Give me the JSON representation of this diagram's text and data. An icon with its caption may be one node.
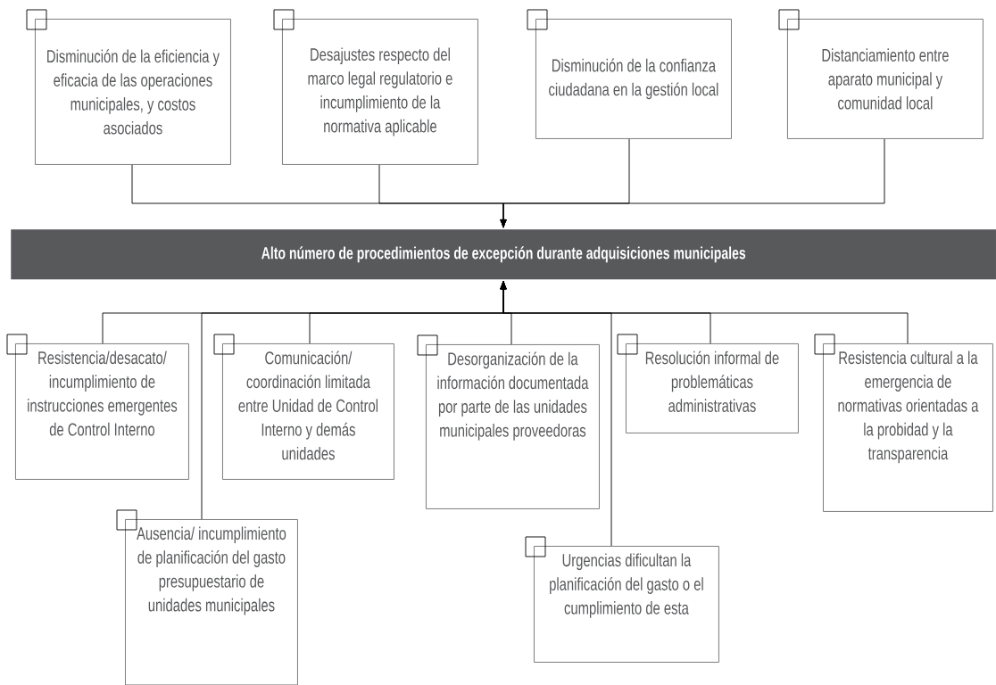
{
  "diagram": {
    "nodes": [
      {
        "text": [
          "Disminución de la eficiencia y eficacia de las operaciones municipales, y costos asociados"
        ]
      },
      {
        "text": [
          "Desajustes respecto del marco legal regulatorio e incumplimiento de la normativa aplicable"
        ]
      },
      {
        "text": [
          "Disminución de la confianza ciudadana en la gestión local"
        ]
      },
      {
        "text": [
          "Distanciamiento entre aparato municipal y comunidad local"
        ]
      },
      {
        "text": [
          "Alto número de procedimientos de excepción durante adquisiciones municipales"
        ]
      },
      {
        "text": [
          "Resistencia/desacato/ incumplimiento de instrucciones emergentes de Control Interno"
        ]
      },
      {
        "text": [
          "Comunicación/ coordinación limitada entre Unidad de Control Interno y demás unidades"
        ]
      },
      {
        "text": [
          "Desorganización de la información documentada por parte de las unidades municipales proveedoras"
        ]
      },
      {
        "text": [
          "Resolución informal de problemáticas administrativas"
        ]
      },
      {
        "text": [
          "Resistencia cultural a la emergencia de normativas orientadas a la probidad y la transparencia"
        ]
      },
      {
        "text": [
          "Ausencia/ incumplimiento de planificación del gasto presupuestario de unidades municipales"
        ]
      },
      {
        "text": [
          "Urgencias dificultan la planificación del gasto o el cumplimiento de esta"
        ]
      }
    ],
    "edges": [
      {
        "from": 0,
        "to": 4,
        "arrow": "to"
      },
      {
        "from": 1,
        "to": 4,
        "arrow": "to"
      },
      {
        "from": 2,
        "to": 4,
        "arrow": "to"
      },
      {
        "from": 3,
        "to": 4,
        "arrow": "to"
      },
      {
        "from": 5,
        "to": 4,
        "arrow": "to"
      },
      {
        "from": 6,
        "to": 4,
        "arrow": "to"
      },
      {
        "from": 7,
        "to": 4,
        "arrow": "to"
      },
      {
        "from": 8,
        "to": 4,
        "arrow": "to"
      },
      {
        "from": 9,
        "to": 4,
        "arrow": "to"
      },
      {
        "from": 10,
        "to": 4,
        "arrow": "to"
      },
      {
        "from": 11,
        "to": 4,
        "arrow": "to"
      }
    ]
  }
}
